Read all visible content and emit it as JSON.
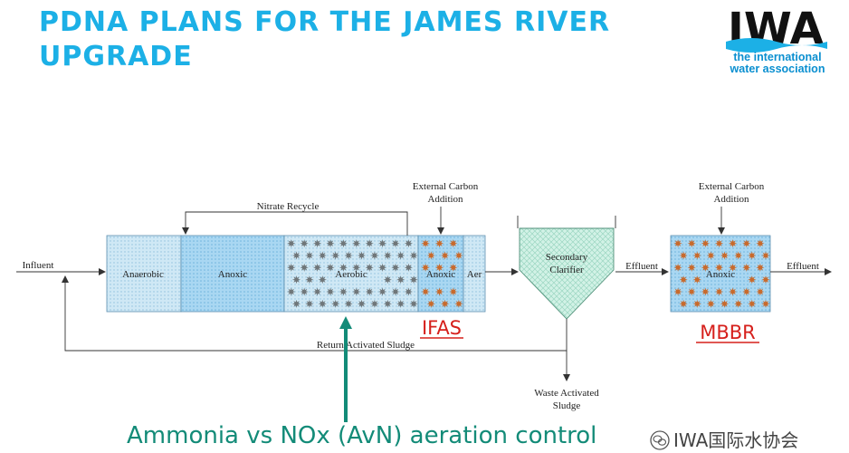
{
  "title": {
    "line1": "PDNA PLANS FOR THE JAMES RIVER",
    "line2": "UPGRADE"
  },
  "logo": {
    "letters": "IWA",
    "tagline1": "the international",
    "tagline2": "water association"
  },
  "diagram": {
    "influent": "Influent",
    "nitrate_recycle": "Nitrate Recycle",
    "external_carbon_1": "External Carbon",
    "external_carbon_2": "Addition",
    "zones": {
      "anaerobic": "Anaerobic",
      "anoxic": "Anoxic",
      "aerobic": "Aerobic",
      "ifas_anoxic": "Anoxic",
      "aer": "Aer"
    },
    "clarifier_1": "Secondary",
    "clarifier_2": "Clarifier",
    "effluent_1": "Effluent",
    "mbbr_external_carbon_1": "External Carbon",
    "mbbr_external_carbon_2": "Addition",
    "mbbr_anoxic": "Anoxic",
    "effluent_2": "Effluent",
    "return_sludge": "Return Activated Sludge",
    "waste_sludge_1": "Waste Activated",
    "waste_sludge_2": "Sludge",
    "ifas_label": "IFAS",
    "mbbr_label": "MBBR"
  },
  "caption": "Ammonia vs NOx (AvN) aeration control",
  "watermark": "IWA国际水协会",
  "colors": {
    "title": "#1cb0e6",
    "tank_light": "#d3e9f5",
    "tank_anoxic": "#a9d7f2",
    "clarifier": "#d2f2e6",
    "label_red": "#d6201c",
    "caption": "#138b78",
    "media_aerobic": "#6f7679",
    "media_anoxic": "#c86a2c"
  }
}
